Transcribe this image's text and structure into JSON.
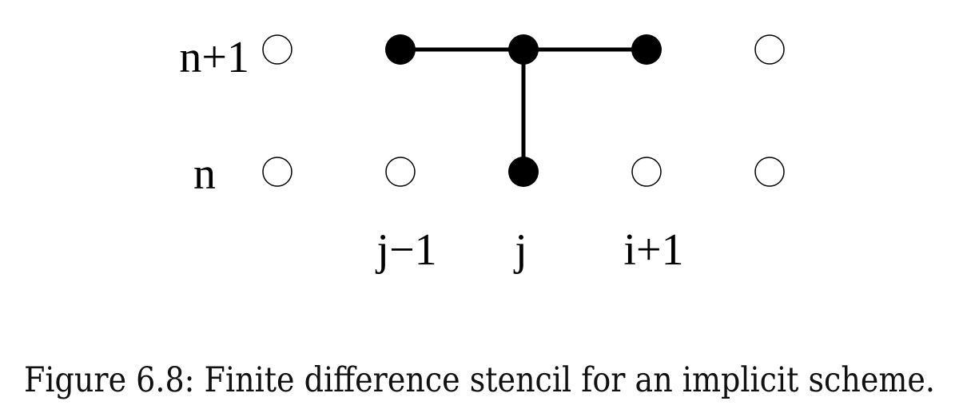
{
  "diagram": {
    "time_levels": [
      "n+1",
      "n"
    ],
    "space_labels": [
      "j−1",
      "j",
      "i+1"
    ],
    "colors": {
      "filled_node": "#000000",
      "open_node_stroke": "#000000",
      "open_node_fill": "#ffffff",
      "stencil_line": "#000000"
    }
  },
  "caption": "Figure 6.8: Finite difference stencil for an implicit scheme."
}
